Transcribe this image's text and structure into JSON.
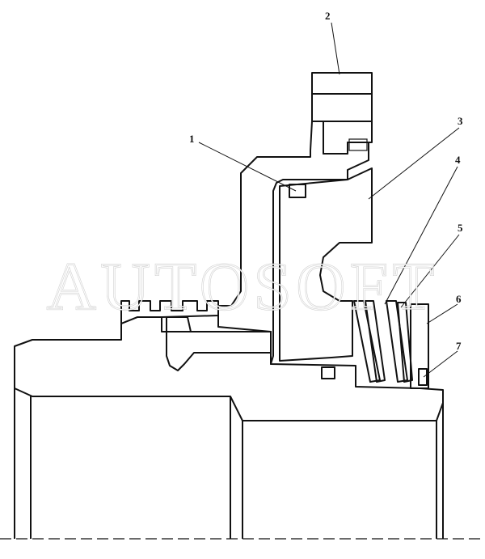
{
  "drawing": {
    "callouts": [
      {
        "id": "callout-1",
        "label": "1"
      },
      {
        "id": "callout-2",
        "label": "2"
      },
      {
        "id": "callout-3",
        "label": "3"
      },
      {
        "id": "callout-4",
        "label": "4"
      },
      {
        "id": "callout-5",
        "label": "5"
      },
      {
        "id": "callout-6",
        "label": "6"
      },
      {
        "id": "callout-7",
        "label": "7"
      }
    ],
    "watermark": "AUTOSOFT",
    "colors": {
      "line": "#111111",
      "paper": "#ffffff",
      "watermark": "#9a9a9a"
    }
  }
}
